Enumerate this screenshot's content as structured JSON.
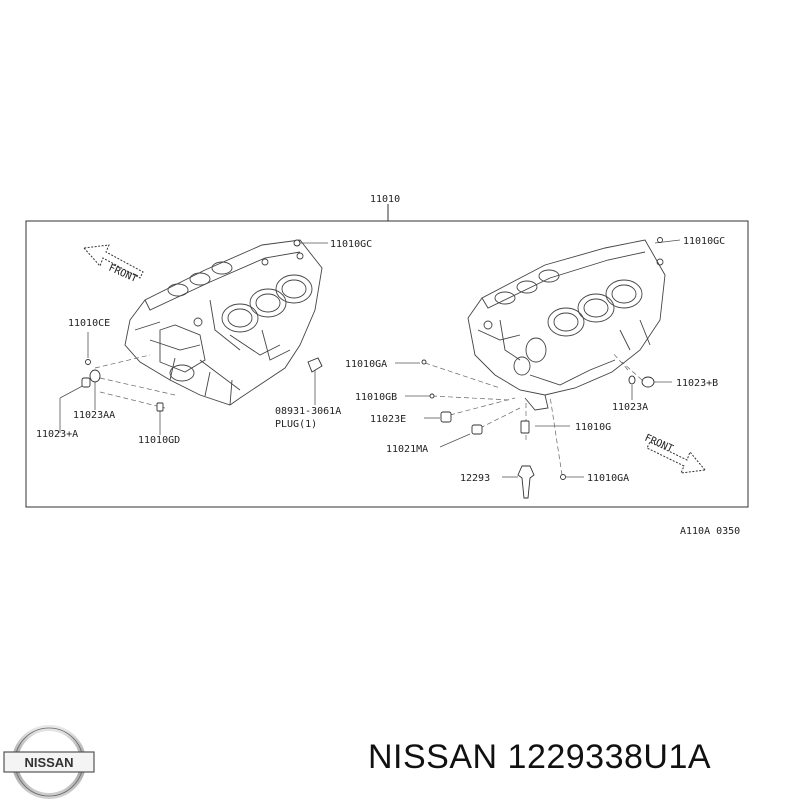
{
  "diagram": {
    "assembly_label": "11010",
    "reference_code": "A110A 0350",
    "front_left": "FRONT",
    "front_right": "FRONT",
    "parts": {
      "p11010GC_left": "11010GC",
      "p11010GC_right": "11010GC",
      "p11010CE": "11010CE",
      "p11023AA": "11023AA",
      "p11023plusA": "11023+A",
      "p11010GD": "11010GD",
      "p08931": "08931-3061A",
      "plug": "PLUG(1)",
      "p11010GA_upper": "11010GA",
      "p11010GB": "11010GB",
      "p11023E": "11023E",
      "p11021MA": "11021MA",
      "p12293": "12293",
      "p11010G": "11010G",
      "p11010GA_lower": "11010GA",
      "p11023plusB": "11023+B",
      "p11023A": "11023A"
    }
  },
  "brand": {
    "logo_text": "NISSAN",
    "caption": "NISSAN 1229338U1A"
  }
}
